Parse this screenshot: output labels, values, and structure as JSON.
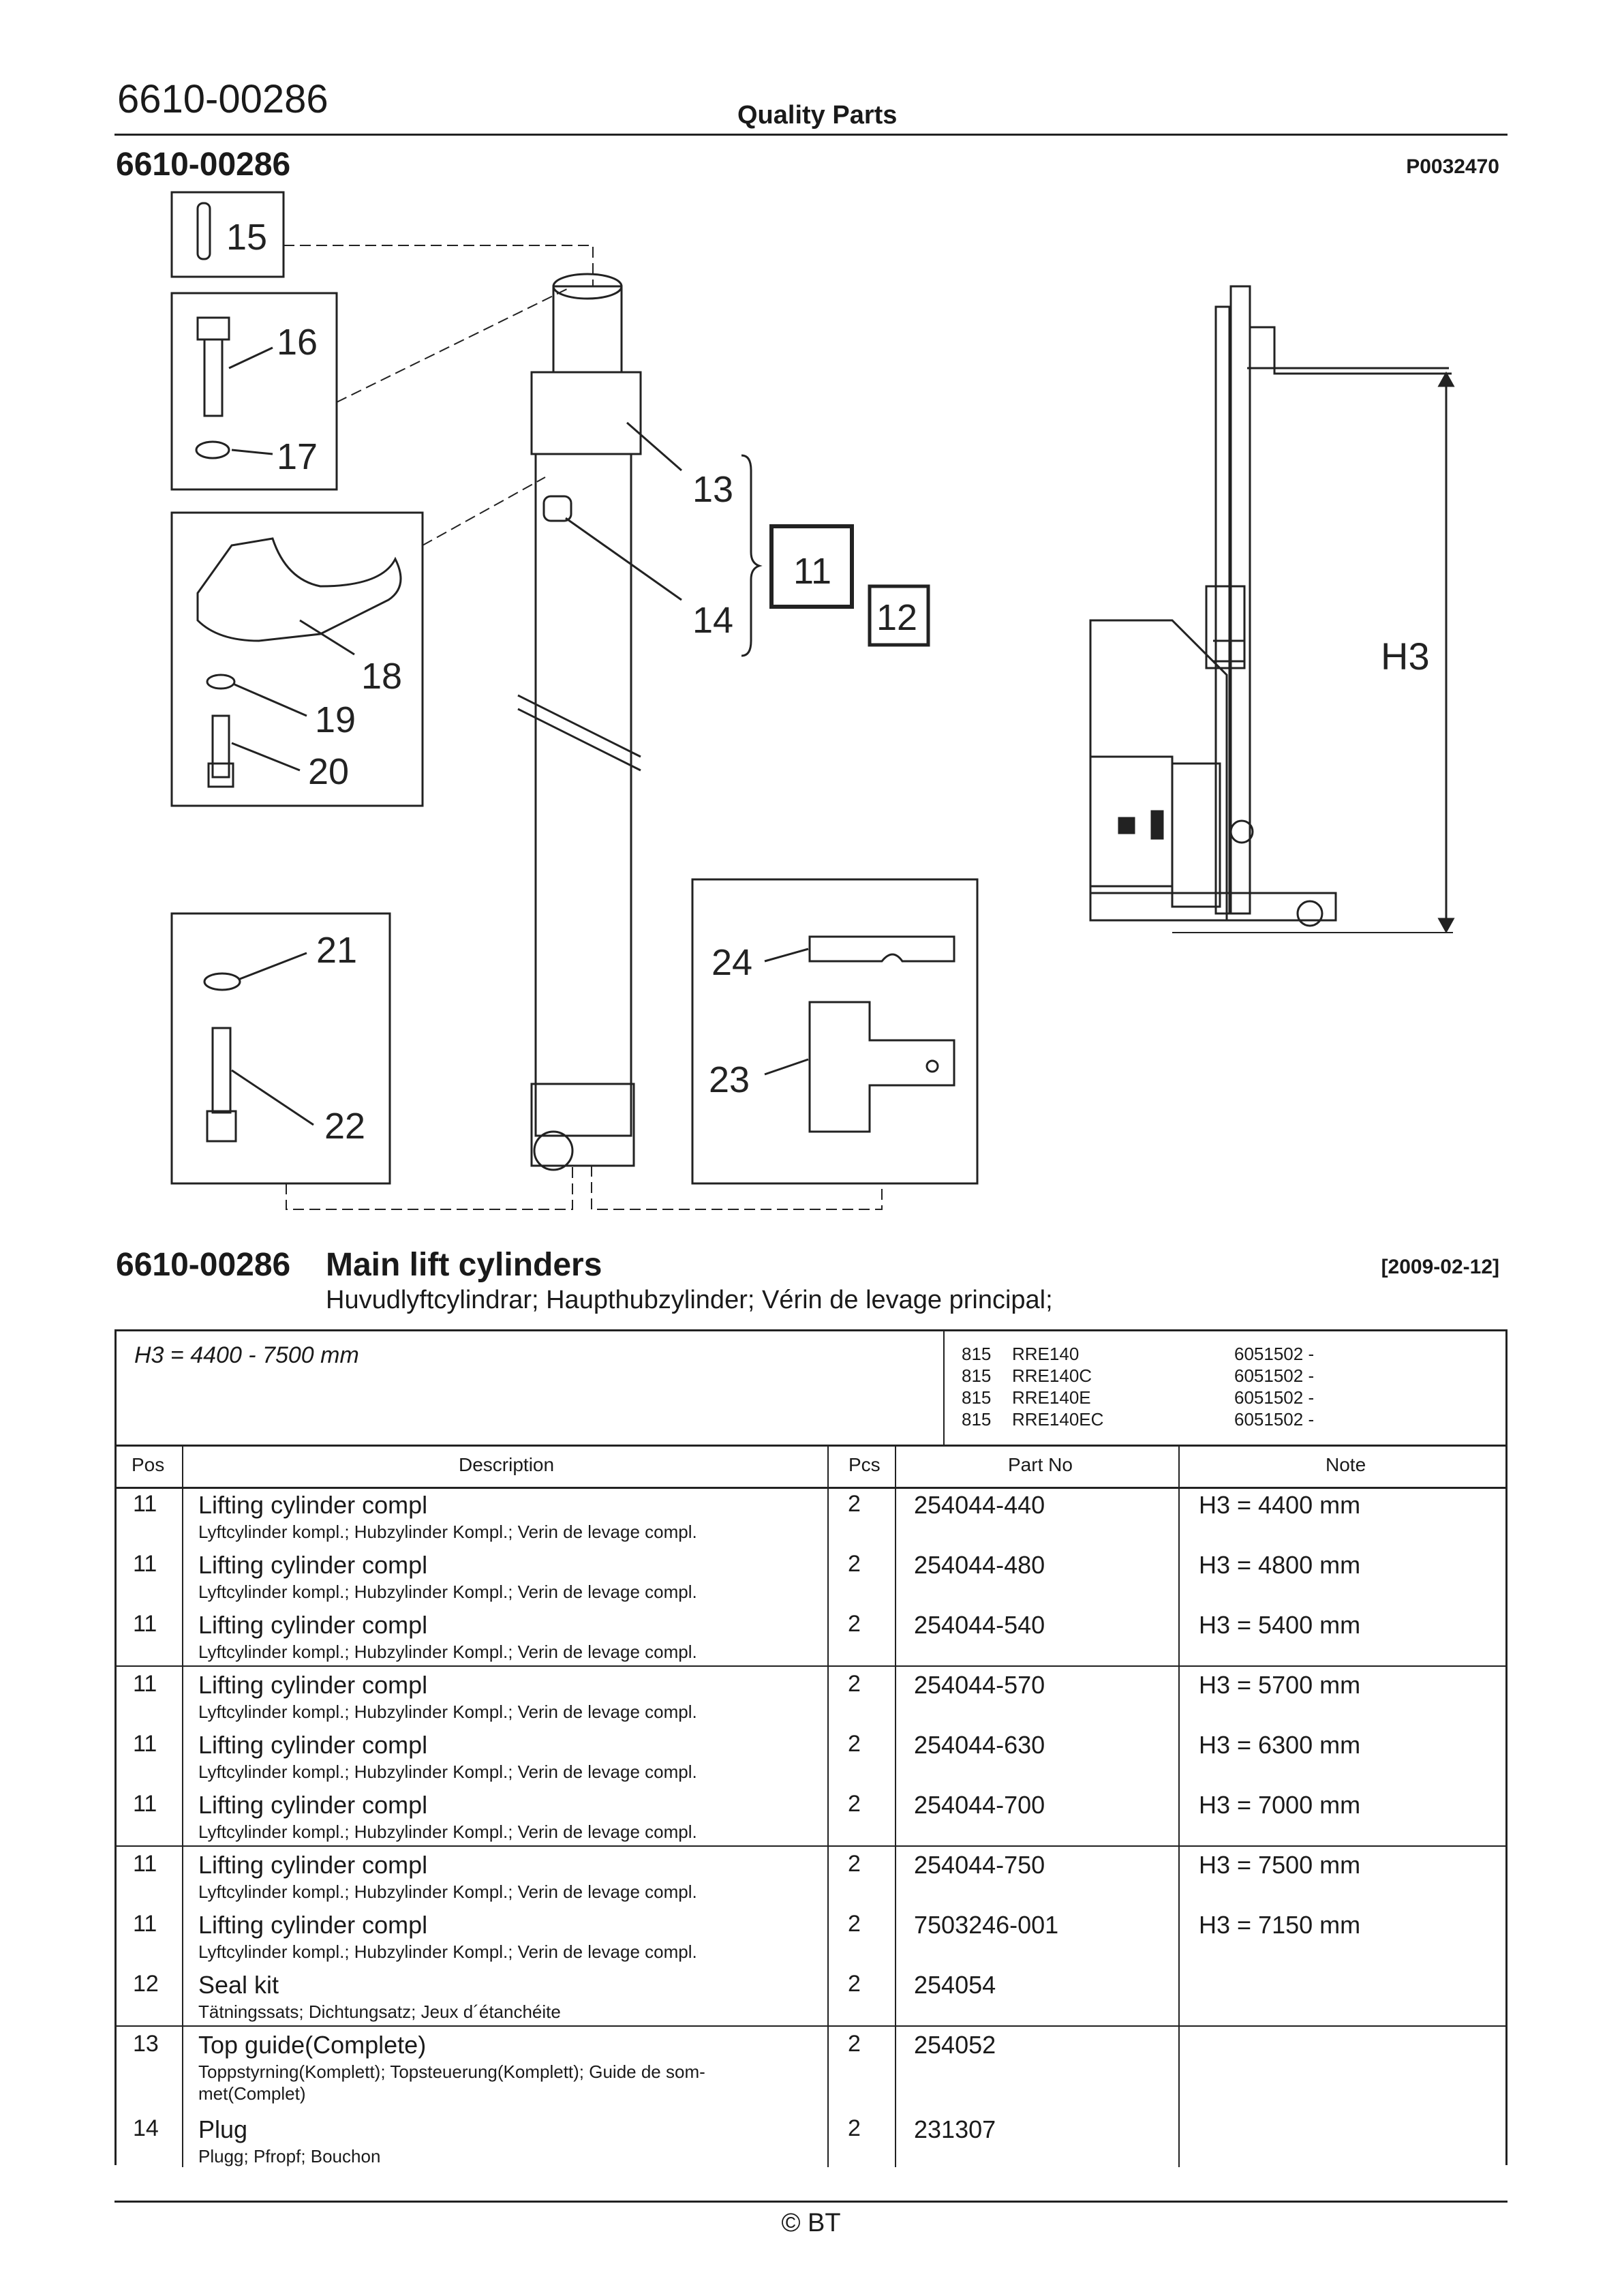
{
  "header": {
    "doc_number": "6610-00286",
    "brand_title": "Quality Parts"
  },
  "section": {
    "number": "6610-00286",
    "illustration_ref": "P0032470"
  },
  "illustration": {
    "callouts": [
      "15",
      "16",
      "17",
      "13",
      "11",
      "14",
      "12",
      "18",
      "19",
      "20",
      "21",
      "22",
      "24",
      "23"
    ],
    "dimension_label": "H3"
  },
  "title": {
    "number": "6610-00286",
    "text": "Main lift cylinders",
    "date": "[2009-02-12]",
    "subtitle": "Huvudlyftcylindrar; Haupthubzylinder; Vérin de levage principal;"
  },
  "applicability": {
    "range": "H3 = 4400 - 7500 mm",
    "models": [
      {
        "code": "815",
        "model": "RRE140",
        "serial": "6051502 -"
      },
      {
        "code": "815",
        "model": "RRE140C",
        "serial": "6051502 -"
      },
      {
        "code": "815",
        "model": "RRE140E",
        "serial": "6051502 -"
      },
      {
        "code": "815",
        "model": "RRE140EC",
        "serial": "6051502 -"
      }
    ]
  },
  "table": {
    "headers": {
      "pos": "Pos",
      "description": "Description",
      "pcs": "Pcs",
      "part_no": "Part No",
      "note": "Note"
    },
    "rows": [
      {
        "pos": "11",
        "desc": "Lifting cylinder compl",
        "sub": "Lyftcylinder kompl.; Hubzylinder Kompl.; Verin de levage compl.",
        "pcs": "2",
        "part": "254044-440",
        "note": "H3 = 4400 mm"
      },
      {
        "pos": "11",
        "desc": "Lifting cylinder compl",
        "sub": "Lyftcylinder kompl.; Hubzylinder Kompl.; Verin de levage compl.",
        "pcs": "2",
        "part": "254044-480",
        "note": "H3 = 4800 mm"
      },
      {
        "pos": "11",
        "desc": "Lifting cylinder compl",
        "sub": "Lyftcylinder kompl.; Hubzylinder Kompl.; Verin de levage compl.",
        "pcs": "2",
        "part": "254044-540",
        "note": "H3 = 5400 mm"
      },
      {
        "pos": "11",
        "desc": "Lifting cylinder compl",
        "sub": "Lyftcylinder kompl.; Hubzylinder Kompl.; Verin de levage compl.",
        "pcs": "2",
        "part": "254044-570",
        "note": "H3 = 5700 mm"
      },
      {
        "pos": "11",
        "desc": "Lifting cylinder compl",
        "sub": "Lyftcylinder kompl.; Hubzylinder Kompl.; Verin de levage compl.",
        "pcs": "2",
        "part": "254044-630",
        "note": "H3 = 6300 mm"
      },
      {
        "pos": "11",
        "desc": "Lifting cylinder compl",
        "sub": "Lyftcylinder kompl.; Hubzylinder Kompl.; Verin de levage compl.",
        "pcs": "2",
        "part": "254044-700",
        "note": "H3 = 7000 mm"
      },
      {
        "pos": "11",
        "desc": "Lifting cylinder compl",
        "sub": "Lyftcylinder kompl.; Hubzylinder Kompl.; Verin de levage compl.",
        "pcs": "2",
        "part": "254044-750",
        "note": "H3 = 7500 mm"
      },
      {
        "pos": "11",
        "desc": "Lifting cylinder compl",
        "sub": "Lyftcylinder kompl.; Hubzylinder Kompl.; Verin de levage compl.",
        "pcs": "2",
        "part": "7503246-001",
        "note": "H3 = 7150 mm"
      },
      {
        "pos": "12",
        "desc": "Seal kit",
        "sub": "Tätningssats; Dichtungsatz; Jeux d´étanchéite",
        "pcs": "2",
        "part": "254054",
        "note": ""
      },
      {
        "pos": "13",
        "desc": "Top guide(Complete)",
        "sub": "Toppstyrning(Komplett); Topsteuerung(Komplett); Guide de som-met(Complet)",
        "pcs": "2",
        "part": "254052",
        "note": ""
      },
      {
        "pos": "14",
        "desc": "Plug",
        "sub": "Plugg; Pfropf; Bouchon",
        "pcs": "2",
        "part": "231307",
        "note": ""
      }
    ]
  },
  "footer": {
    "copyright": "© BT"
  }
}
